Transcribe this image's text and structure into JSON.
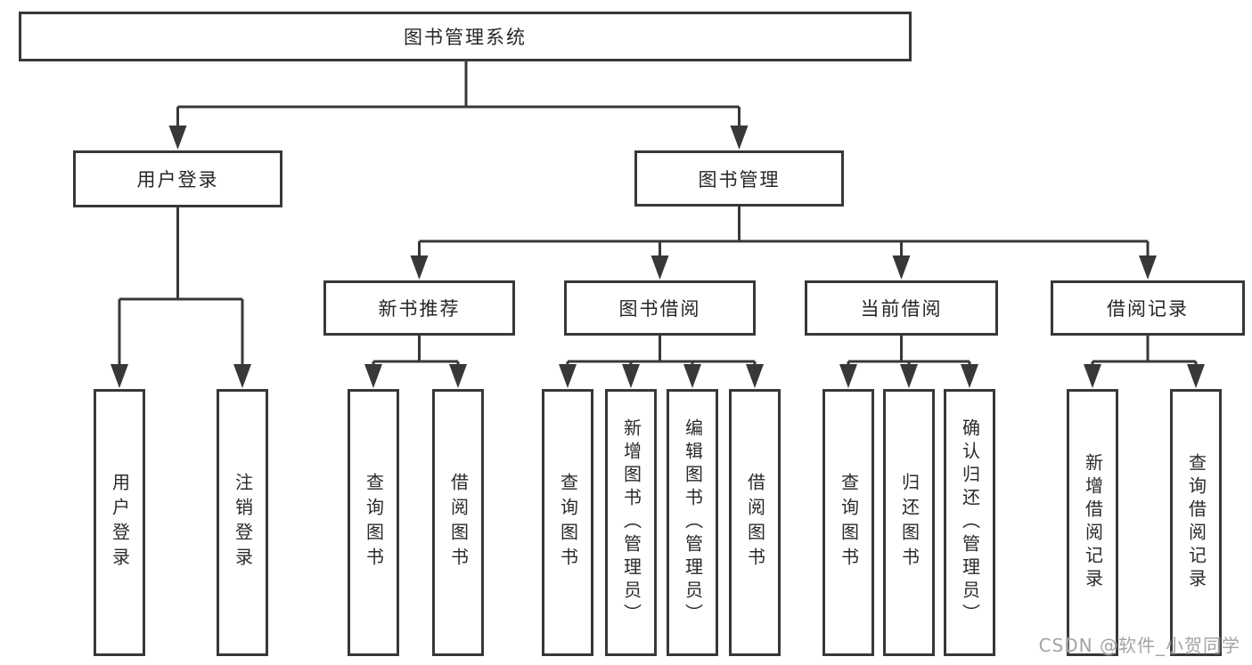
{
  "tree": {
    "label": "图书管理系统",
    "children": [
      {
        "label": "用户登录",
        "children": [
          {
            "label": "用户登录"
          },
          {
            "label": "注销登录"
          }
        ]
      },
      {
        "label": "图书管理",
        "children": [
          {
            "label": "新书推荐",
            "children": [
              {
                "label": "查询图书"
              },
              {
                "label": "借阅图书"
              }
            ]
          },
          {
            "label": "图书借阅",
            "children": [
              {
                "label": "查询图书"
              },
              {
                "label": "新增图书（管理员）"
              },
              {
                "label": "编辑图书（管理员）"
              },
              {
                "label": "借阅图书"
              }
            ]
          },
          {
            "label": "当前借阅",
            "children": [
              {
                "label": "查询图书"
              },
              {
                "label": "归还图书"
              },
              {
                "label": "确认归还（管理员）"
              }
            ]
          },
          {
            "label": "借阅记录",
            "children": [
              {
                "label": "新增借阅记录"
              },
              {
                "label": "查询借阅记录"
              }
            ]
          }
        ]
      }
    ]
  },
  "watermark": {
    "text": "CSDN @软件_小贺同学"
  },
  "colors": {
    "line": "#383838",
    "box_border": "#383838",
    "text": "#262626",
    "watermark": "#a4a4a4",
    "background": "#ffffff"
  }
}
